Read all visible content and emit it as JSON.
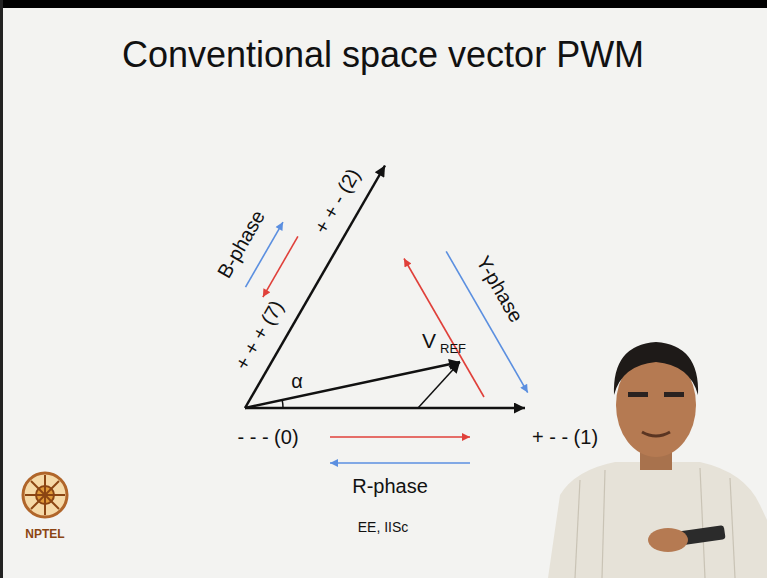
{
  "diagram": {
    "title": "Conventional space vector PWM",
    "labels": [
      "B-phase",
      "+ + - (2)",
      "+ + + (7)",
      "V",
      "REF",
      "α",
      "Y-phase",
      "- - - (0)",
      "+ - - (1)",
      "R-phase",
      "EE, IISc",
      "NPTEL"
    ]
  }
}
